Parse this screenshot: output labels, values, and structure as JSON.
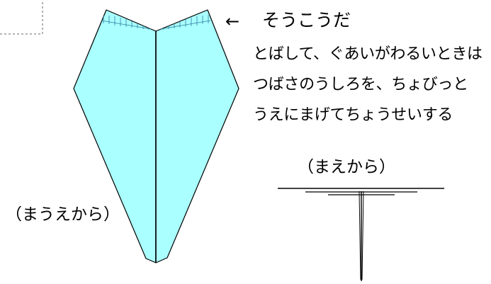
{
  "diagram": {
    "pointer_arrow": "←",
    "flap_label": "そうこうだ",
    "instructions": [
      "とばして、ぐあいがわるいときは",
      "つばさのうしろを、ちょびっと",
      "うえにまげてちょうせいする"
    ],
    "front_view_label": "（まえから）",
    "top_view_label": "（まうえから）"
  },
  "colors": {
    "wing_fill": "#aaffff",
    "outline": "#000000",
    "dashed_box": "#666666",
    "flap_hatch": "#2a7fa0"
  }
}
